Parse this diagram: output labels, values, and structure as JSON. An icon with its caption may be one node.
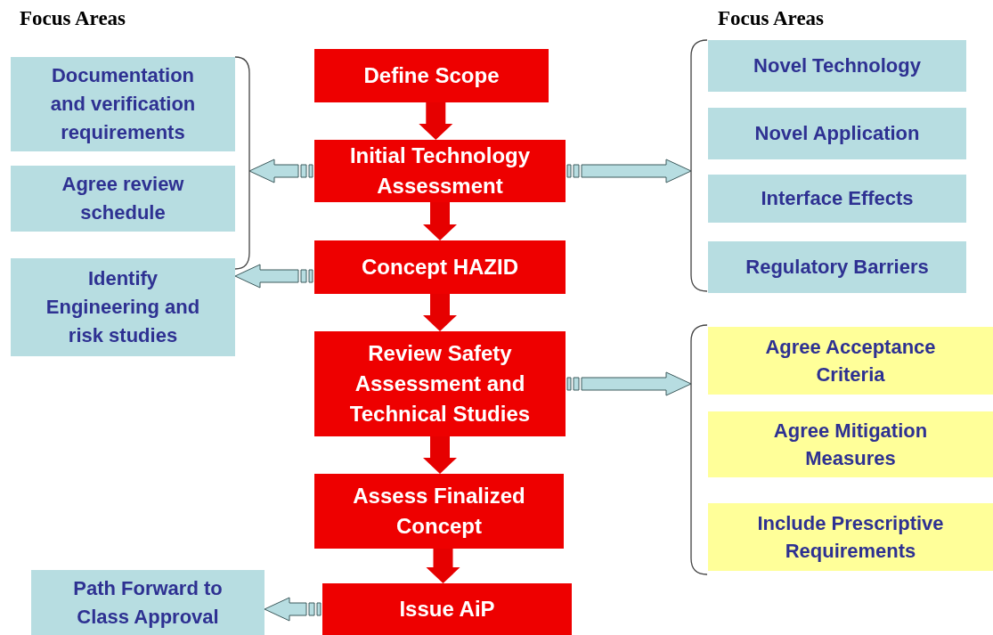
{
  "diagram": {
    "nodes": [
      {
        "text": [
          "Define Scope"
        ]
      },
      {
        "text": [
          "Initial Technology Assessment"
        ]
      },
      {
        "text": [
          "Concept HAZID"
        ]
      },
      {
        "text": [
          "Review Safety Assessment and Technical Studies"
        ]
      },
      {
        "text": [
          "Assess Finalized Concept"
        ]
      },
      {
        "text": [
          "Issue AiP"
        ]
      },
      {
        "text": [
          "Documentation and verification requirements"
        ]
      },
      {
        "text": [
          "Agree review schedule"
        ]
      },
      {
        "text": [
          "Identify Engineering and risk studies"
        ]
      },
      {
        "text": [
          "Path Forward to Class Approval"
        ]
      },
      {
        "text": [
          "Novel Technology"
        ]
      },
      {
        "text": [
          "Novel Application"
        ]
      },
      {
        "text": [
          "Interface Effects"
        ]
      },
      {
        "text": [
          "Regulatory Barriers"
        ]
      },
      {
        "text": [
          "Agree Acceptance Criteria"
        ]
      },
      {
        "text": [
          "Agree Mitigation Measures"
        ]
      },
      {
        "text": [
          "Include Prescriptive Requirements"
        ]
      },
      {
        "text": [],
        "shape": "bracket"
      },
      {
        "text": [],
        "shape": "bracket"
      },
      {
        "text": [],
        "shape": "bracket"
      }
    ],
    "edges": [
      {
        "from": 0,
        "to": 1,
        "arrow": "to",
        "color": "#e60000"
      },
      {
        "from": 1,
        "to": 2,
        "arrow": "to",
        "color": "#e60000"
      },
      {
        "from": 2,
        "to": 3,
        "arrow": "to",
        "color": "#e60000"
      },
      {
        "from": 3,
        "to": 4,
        "arrow": "to",
        "color": "#e60000"
      },
      {
        "from": 4,
        "to": 5,
        "arrow": "to",
        "color": "#e60000"
      },
      {
        "from": 1,
        "to": 17,
        "arrow": "to"
      },
      {
        "from": 1,
        "to": 18,
        "arrow": "to"
      },
      {
        "from": 2,
        "to": 8,
        "arrow": "to"
      },
      {
        "from": 3,
        "to": 19,
        "arrow": "to"
      },
      {
        "from": 5,
        "to": 9,
        "arrow": "to"
      }
    ],
    "labels": [
      "Focus Areas",
      "Focus Areas"
    ]
  }
}
